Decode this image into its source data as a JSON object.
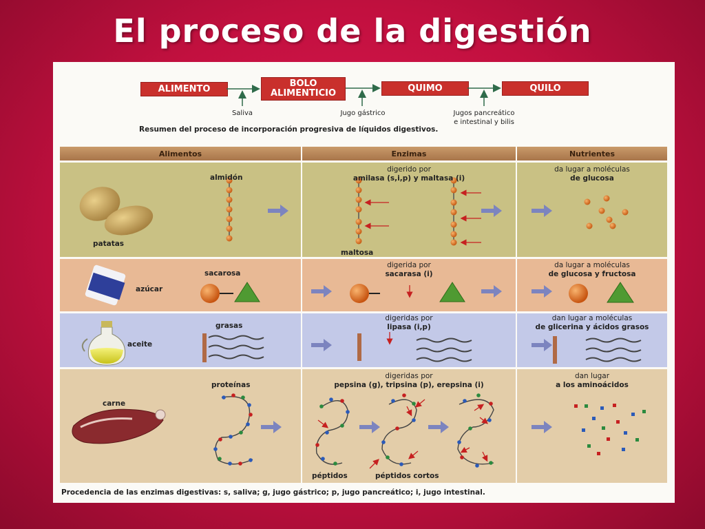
{
  "title": "El proceso de la digestión",
  "flow": {
    "boxes": [
      "ALIMENTO",
      "BOLO ALIMENTICIO",
      "QUIMO",
      "QUILO"
    ],
    "inputs": [
      "Saliva",
      "Jugo gástrico",
      "Jugos pancreático e intestinal y bilis"
    ],
    "summary": "Resumen del proceso de incorporación progresiva de líquidos digestivos."
  },
  "table": {
    "headers": [
      "Alimentos",
      "Enzimas",
      "Nutrientes"
    ],
    "rows": [
      {
        "food": "patatas",
        "substance": "almidón",
        "enzyme_line1": "digerido por",
        "enzyme_line2": "amilasa (s,i,p) y maltasa (i)",
        "product": "maltosa",
        "nutrient_line1": "da lugar a moléculas",
        "nutrient_line2": "de glucosa"
      },
      {
        "food": "azúcar",
        "substance": "sacarosa",
        "enzyme_line1": "digerida por",
        "enzyme_line2": "sacarasa (i)",
        "nutrient_line1": "da lugar a moléculas",
        "nutrient_line2": "de glucosa y fructosa"
      },
      {
        "food": "aceite",
        "substance": "grasas",
        "enzyme_line1": "digeridas por",
        "enzyme_line2": "lipasa (i,p)",
        "nutrient_line1": "dan lugar a moléculas",
        "nutrient_line2": "de glicerina y ácidos grasos"
      },
      {
        "food": "carne",
        "substance": "proteínas",
        "enzyme_line1": "digeridas por",
        "enzyme_line2": "pepsina (g), tripsina (p), erepsina (i)",
        "product_a": "péptidos",
        "product_b": "péptidos cortos",
        "nutrient_line1": "dan lugar",
        "nutrient_line2": "a los aminoácidos"
      }
    ]
  },
  "footnote": "Procedencia de las enzimas digestivas: s, saliva; g, jugo gástrico; p, jugo pancreático; i, jugo intestinal.",
  "colors": {
    "background": "#c2103f",
    "flow_box": "#c9302c",
    "row1": "#c9c184",
    "row2": "#e8b995",
    "row3": "#c3c9e8",
    "row4": "#e3cda9",
    "header": "#b8875a"
  }
}
